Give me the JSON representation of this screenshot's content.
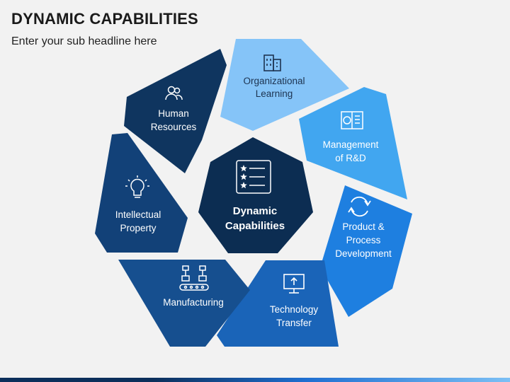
{
  "header": {
    "title": "DYNAMIC CAPABILITIES",
    "subtitle": "Enter your sub headline here"
  },
  "center": {
    "line1": "Dynamic",
    "line2": "Capabilities",
    "icon": "checklist-stars-icon"
  },
  "segments": [
    {
      "line1": "Organizational",
      "line2": "Learning",
      "icon": "building-icon",
      "color": "#85c4f8"
    },
    {
      "line1": "Management",
      "line2": "of R&D",
      "icon": "gear-book-icon",
      "color": "#41a6f0"
    },
    {
      "line1": "Product &",
      "line2": "Process",
      "line3": "Development",
      "icon": "refresh-cycle-icon",
      "color": "#1e7fe0"
    },
    {
      "line1": "Technology",
      "line2": "Transfer",
      "icon": "monitor-upload-icon",
      "color": "#1a64b8"
    },
    {
      "line1": "Manufacturing",
      "icon": "robot-arms-conveyor-icon",
      "color": "#164f8f"
    },
    {
      "line1": "Intellectual",
      "line2": "Property",
      "icon": "lightbulb-icon",
      "color": "#124178"
    },
    {
      "line1": "Human",
      "line2": "Resources",
      "icon": "people-icon",
      "color": "#0f355f"
    }
  ],
  "colors": {
    "center": "#0c2d52",
    "background": "#f2f2f2"
  }
}
